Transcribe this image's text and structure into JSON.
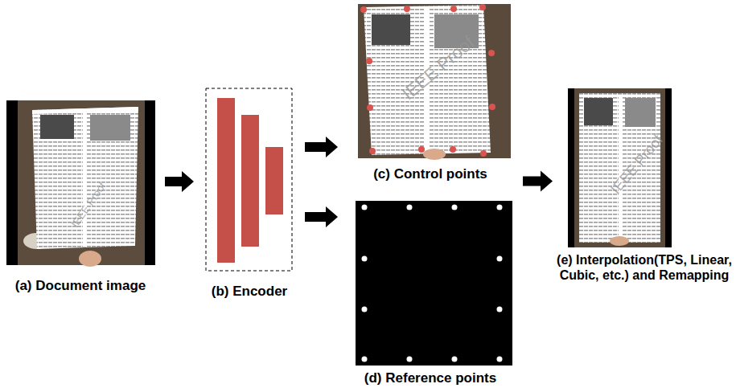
{
  "diagram": {
    "nodes": [
      {
        "text": [
          "(a) Document image"
        ]
      },
      {
        "text": [
          "(b) Encoder"
        ]
      },
      {
        "text": [
          "(c) Control points"
        ]
      },
      {
        "text": [
          "(d) Reference points"
        ]
      },
      {
        "text": [
          "(e) Interpolation(TPS, Linear, Cubic, etc.) and Remapping"
        ]
      }
    ],
    "edges": [
      {
        "from": 0,
        "to": 1,
        "arrow": "to"
      },
      {
        "from": 1,
        "to": 2,
        "arrow": "to"
      },
      {
        "from": 1,
        "to": 3,
        "arrow": "to"
      },
      {
        "from": 2,
        "to": 4,
        "arrow": "to"
      }
    ],
    "labels": [
      "IEEE Proof",
      "IEEE Proof",
      "IEEE Proof"
    ]
  }
}
